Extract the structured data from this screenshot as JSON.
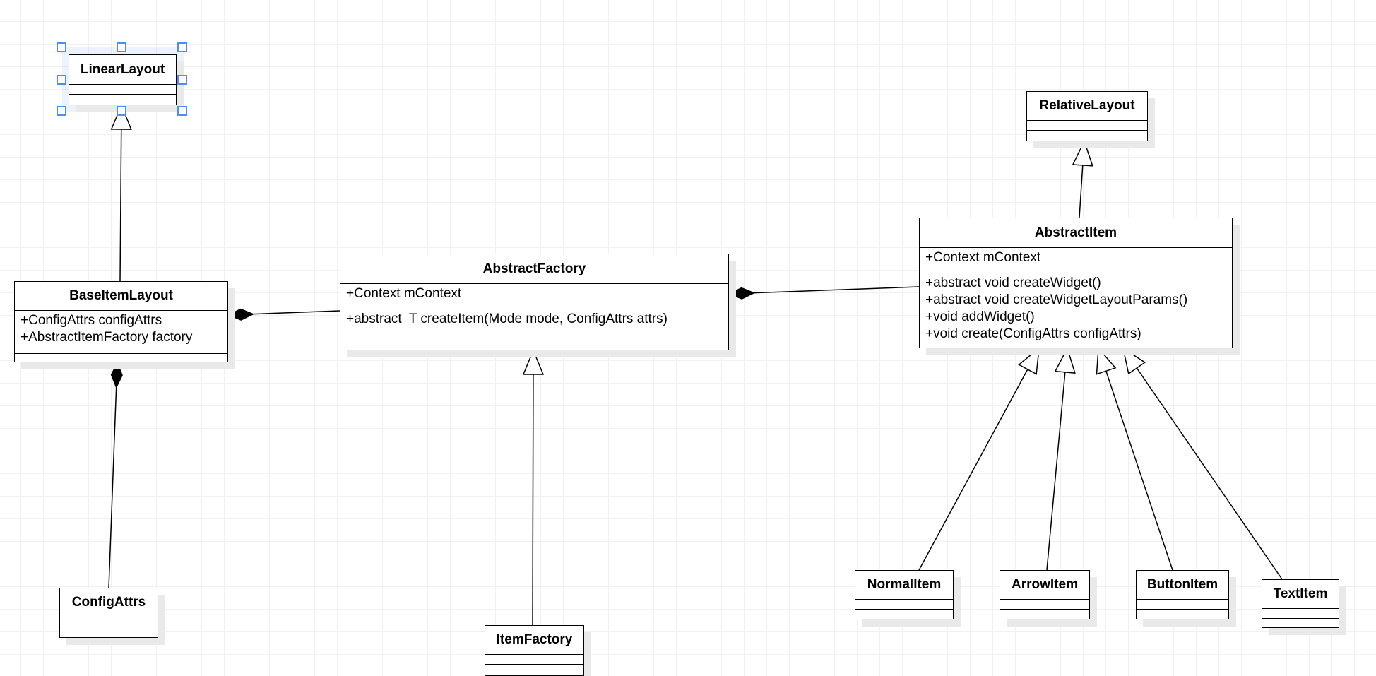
{
  "classes": {
    "linear_layout": {
      "name": "LinearLayout",
      "attributes": [],
      "methods": []
    },
    "relative_layout": {
      "name": "RelativeLayout",
      "attributes": [],
      "methods": []
    },
    "abstract_item": {
      "name": "AbstractItem",
      "attributes": [
        "+Context mContext"
      ],
      "methods": [
        "+abstract void createWidget()",
        "+abstract void createWidgetLayoutParams()",
        "+void addWidget()",
        "+void create(ConfigAttrs configAttrs)"
      ]
    },
    "abstract_factory": {
      "name": "AbstractFactory",
      "attributes": [
        "+Context mContext"
      ],
      "methods": [
        "+abstract  T createItem(Mode mode, ConfigAttrs attrs)"
      ]
    },
    "base_item_layout": {
      "name": "BaseItemLayout",
      "attributes": [
        "+ConfigAttrs configAttrs",
        "+AbstractItemFactory factory"
      ],
      "methods": []
    },
    "config_attrs": {
      "name": "ConfigAttrs",
      "attributes": [],
      "methods": []
    },
    "item_factory": {
      "name": "ItemFactory",
      "attributes": [],
      "methods": []
    },
    "normal_item": {
      "name": "NormalItem",
      "attributes": [],
      "methods": []
    },
    "arrow_item": {
      "name": "ArrowItem",
      "attributes": [],
      "methods": []
    },
    "button_item": {
      "name": "ButtonItem",
      "attributes": [],
      "methods": []
    },
    "text_item": {
      "name": "TextItem",
      "attributes": [],
      "methods": []
    }
  },
  "relations": [
    {
      "type": "generalization",
      "from": "BaseItemLayout",
      "to": "LinearLayout"
    },
    {
      "type": "generalization",
      "from": "AbstractItem",
      "to": "RelativeLayout"
    },
    {
      "type": "composition",
      "whole": "BaseItemLayout",
      "part": "AbstractFactory"
    },
    {
      "type": "composition",
      "whole": "AbstractFactory",
      "part": "AbstractItem"
    },
    {
      "type": "composition",
      "whole": "BaseItemLayout",
      "part": "ConfigAttrs"
    },
    {
      "type": "generalization",
      "from": "ItemFactory",
      "to": "AbstractFactory"
    },
    {
      "type": "generalization",
      "from": "NormalItem",
      "to": "AbstractItem"
    },
    {
      "type": "generalization",
      "from": "ArrowItem",
      "to": "AbstractItem"
    },
    {
      "type": "generalization",
      "from": "ButtonItem",
      "to": "AbstractItem"
    },
    {
      "type": "generalization",
      "from": "TextItem",
      "to": "AbstractItem"
    }
  ],
  "selection": {
    "selected": "LinearLayout",
    "handle_color": "#4a90f0"
  }
}
